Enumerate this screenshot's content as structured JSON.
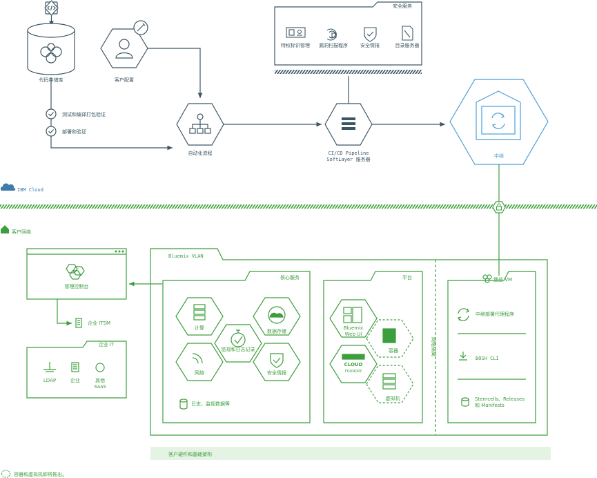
{
  "colors": {
    "dark": "#3c5664",
    "green": "#3d9e3d",
    "blue": "#4a9fd8",
    "cloud": "#3f7cac",
    "band": "#e5f3e5"
  },
  "top": {
    "proxy_repo": "代码存储库",
    "client_config": "客户配置",
    "check_build": "测试和编译打包验证",
    "check_deploy": "部署和验证",
    "automation": "自动化流程",
    "cicd_line1": "CI/CD Pipeline",
    "cicd_line2": "SoftLayer 服务器",
    "relay": "中继",
    "security_title": "安全服务",
    "security_items": [
      "特权标识管理",
      "漏洞扫描程序",
      "安全情报",
      "目录服务器"
    ]
  },
  "ibm_cloud": "IBM Cloud",
  "customer_net": "客户网络",
  "console": "管理控制台",
  "itsm": "企业 ITSM",
  "enterprise_it": {
    "title": "企业 IT",
    "items": [
      "LDAP",
      "企业",
      "其他",
      "SaaS"
    ]
  },
  "vlan": {
    "title": "Bluemix VLAN",
    "core": {
      "title": "核心服务",
      "compute": "计算",
      "monitor": "监视和日志记录",
      "storage": "数据存储",
      "network": "网络",
      "security": "安全情报",
      "logs": "日志、监视数据等"
    },
    "platform": {
      "title": "平台",
      "ui_line1": "Bluemix",
      "ui_line2": "Web UI",
      "cf_line1": "CLOUD",
      "cf_line2": "FOUNDRY",
      "containers": "容器",
      "vms": "虚拟机"
    },
    "network_isolation": "网络隔离",
    "bastion": {
      "title": "堡垒 VM",
      "relay_agent": "中继部署代理程序",
      "bosh": "BOSH CLI",
      "stemcells_line1": "Stemcells、Releases",
      "stemcells_line2": "和 Manifests"
    }
  },
  "hardware": "客户硬件和基础架构",
  "legend": "容器和虚拟机即将推出。"
}
